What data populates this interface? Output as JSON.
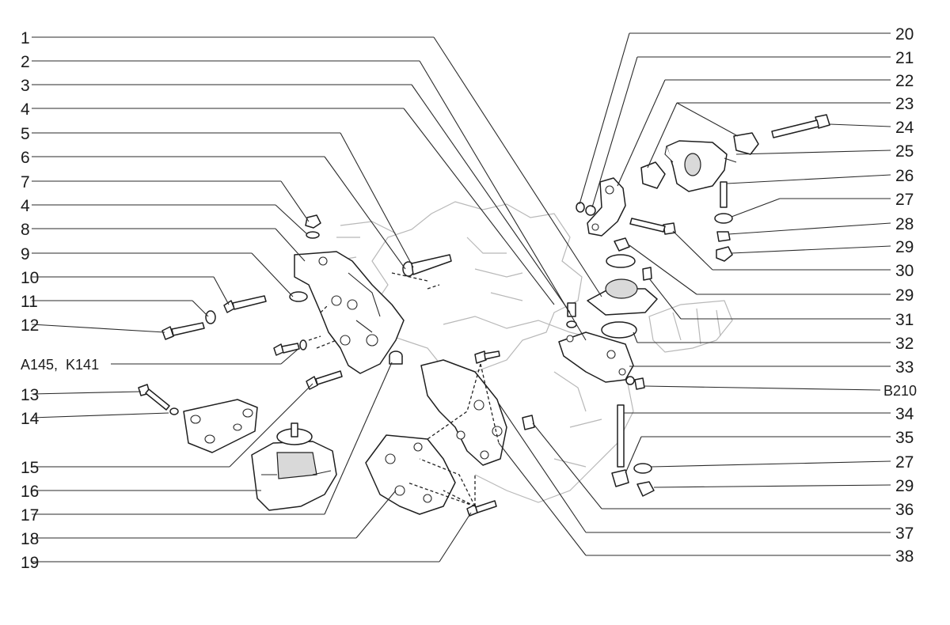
{
  "callouts_left": [
    "1",
    "2",
    "3",
    "4",
    "5",
    "6",
    "7",
    "4",
    "8",
    "9",
    "10",
    "11",
    "12",
    "A145,  K141",
    "13",
    "14",
    "15",
    "16",
    "17",
    "18",
    "19"
  ],
  "callouts_right": [
    "20",
    "21",
    "22",
    "23",
    "24",
    "25",
    "26",
    "27",
    "28",
    "29",
    "30",
    "29",
    "31",
    "32",
    "33",
    "B210",
    "34",
    "35",
    "27",
    "29",
    "36",
    "37",
    "38"
  ]
}
